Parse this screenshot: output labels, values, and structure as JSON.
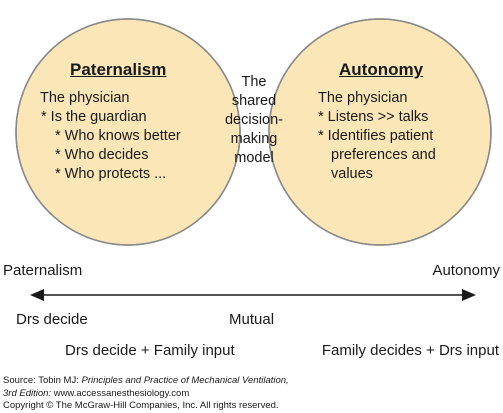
{
  "colors": {
    "circle_fill": "#fbe6b8",
    "overlap_fill": "#f7c97a",
    "outline": "#8a8a8a",
    "text": "#1a1a1a"
  },
  "left_circle": {
    "title": "Paternalism",
    "lines": [
      "The physician",
      "* Is the guardian",
      "* Who knows better",
      "* Who decides",
      "* Who protects ..."
    ]
  },
  "overlap": {
    "lines": [
      "The",
      "shared",
      "decision-",
      "making",
      "model"
    ]
  },
  "right_circle": {
    "title": "Autonomy",
    "lines": [
      "The physician",
      "* Listens >> talks",
      "* Identifies patient",
      "preferences and",
      "values"
    ]
  },
  "spectrum": {
    "left_end": "Paternalism",
    "right_end": "Autonomy",
    "row1": {
      "left": "Drs decide",
      "center": "Mutual"
    },
    "row2": {
      "left": "Drs decide + Family input",
      "right": "Family decides + Drs input"
    }
  },
  "source": {
    "line1_prefix": "Source: Tobin MJ: ",
    "line1_italic": "Principles and Practice of Mechanical Ventilation,",
    "line2_italic": "3rd Edition: ",
    "line2_rest": "www.accessanesthesiology.com",
    "line3": "Copyright © The McGraw-Hill Companies, Inc. All rights reserved."
  }
}
